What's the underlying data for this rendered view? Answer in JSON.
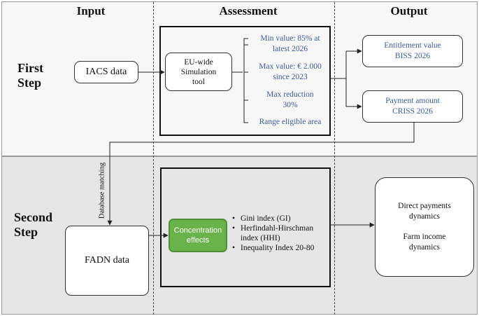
{
  "columns": {
    "input": "Input",
    "assessment": "Assessment",
    "output": "Output"
  },
  "steps": {
    "first": [
      "First",
      "Step"
    ],
    "second": [
      "Second",
      "Step"
    ]
  },
  "first_step": {
    "input_box": "IACS data",
    "tool_box": [
      "EU-wide",
      "Simulation",
      "tool"
    ],
    "parameters": [
      [
        "Min value: 85% at",
        "latest 2026"
      ],
      [
        "Max value: € 2.000",
        "since 2023"
      ],
      [
        "Max reduction",
        "30%"
      ],
      [
        "Range eligible area"
      ]
    ],
    "outputs": [
      [
        "Entitlement value",
        "BISS 2026"
      ],
      [
        "Payment amount",
        "CRISS 2026"
      ]
    ],
    "link_label": "Database matching"
  },
  "second_step": {
    "input_box": "FADN data",
    "concentration_box": [
      "Concentration",
      "effects"
    ],
    "indices": [
      [
        "Gini index (GI)"
      ],
      [
        "Herfindahl-Hirschman",
        "index (HHI)"
      ],
      [
        "Inequality Index 20-80"
      ]
    ],
    "output_box": [
      [
        "Direct payments",
        "dynamics"
      ],
      [
        "Farm income",
        "dynamics"
      ]
    ]
  },
  "colors": {
    "parameter_text": "#3b5b98",
    "concentration_fill": "#6ab34a",
    "top_band": "#f7f7f7",
    "bottom_band": "#e6e6e6"
  }
}
